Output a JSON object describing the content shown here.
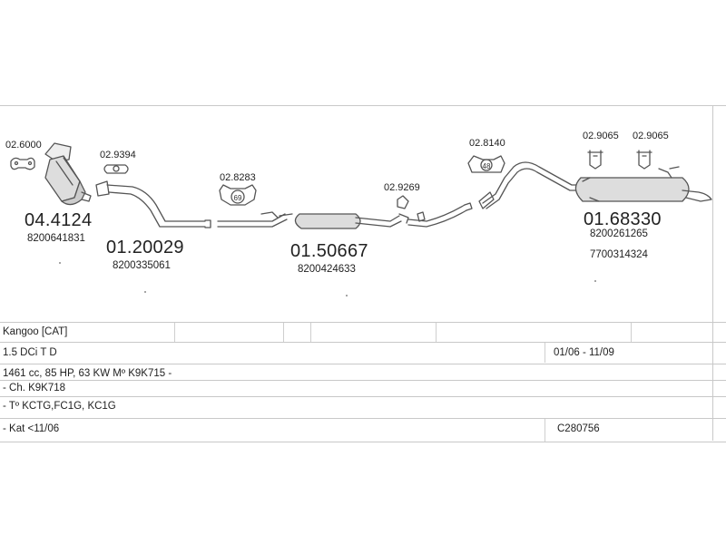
{
  "parts": [
    {
      "small": "02.6000"
    },
    {
      "small": "02.9394"
    },
    {
      "small": "02.8283"
    },
    {
      "small": "02.9269"
    },
    {
      "small": "02.8140"
    },
    {
      "small": "02.9065"
    },
    {
      "small": "02.9065"
    }
  ],
  "badges": {
    "clamp_a": "69",
    "clamp_b": "48"
  },
  "main_parts": [
    {
      "number": "04.4124",
      "oem": [
        "8200641831"
      ]
    },
    {
      "number": "01.20029",
      "oem": [
        "8200335061"
      ]
    },
    {
      "number": "01.50667",
      "oem": [
        "8200424633"
      ]
    },
    {
      "number": "01.68330",
      "oem": [
        "8200261265",
        "7700314324"
      ]
    }
  ],
  "info_rows": [
    {
      "left": "Kangoo  [CAT]",
      "right": ""
    },
    {
      "left": "1.5 DCi T D",
      "right": "01/06 - 11/09"
    },
    {
      "left": "1461 cc, 85 HP, 63 KW Mº K9K715 -",
      "right": ""
    },
    {
      "left": "- Ch. K9K718",
      "right": ""
    },
    {
      "left": "- Tº KCTG,FC1G, KC1G",
      "right": ""
    },
    {
      "left": "- Kat <11/06",
      "right": "C280756"
    }
  ]
}
